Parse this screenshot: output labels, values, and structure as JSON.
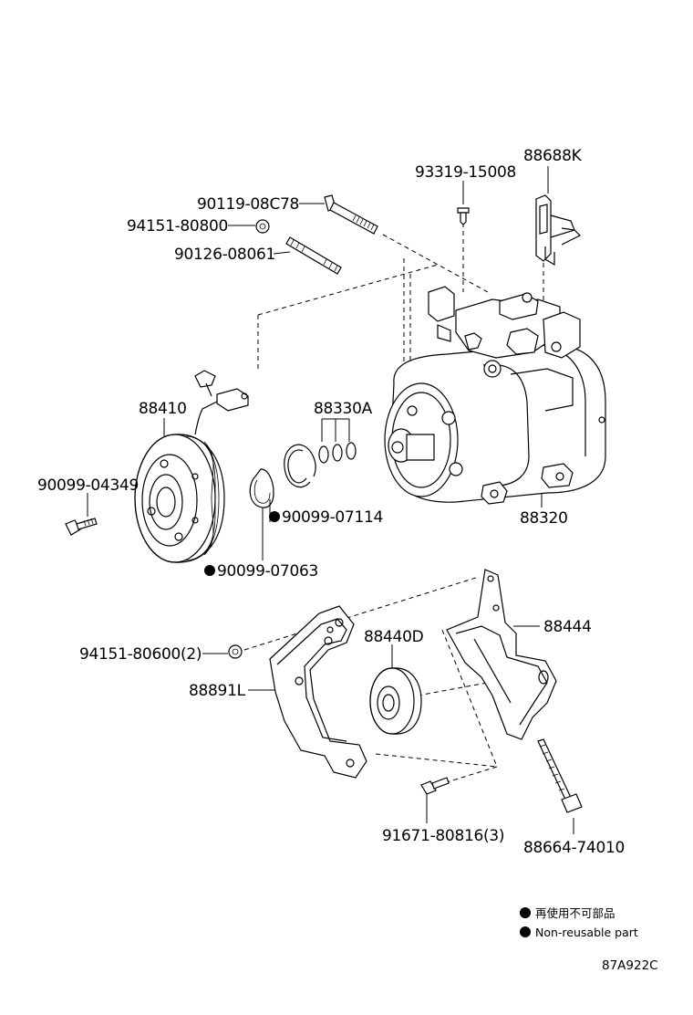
{
  "parts": {
    "p88688K": "88688K",
    "p93319": "93319-15008",
    "p90119": "90119-08C78",
    "p94151_80800": "94151-80800",
    "p90126": "90126-08061",
    "p88410": "88410",
    "p88330A": "88330A",
    "p90099_04349": "90099-04349",
    "p90099_07114": "90099-07114",
    "p90099_07063": "90099-07063",
    "p88320": "88320",
    "p88440D": "88440D",
    "p88444": "88444",
    "p94151_80600": "94151-80600(2)",
    "p88891L": "88891L",
    "p91671": "91671-80816(3)",
    "p88664": "88664-74010"
  },
  "legend": {
    "jp": "再使用不可部品",
    "en": "Non-reusable part"
  },
  "figure_id": "87A922C"
}
